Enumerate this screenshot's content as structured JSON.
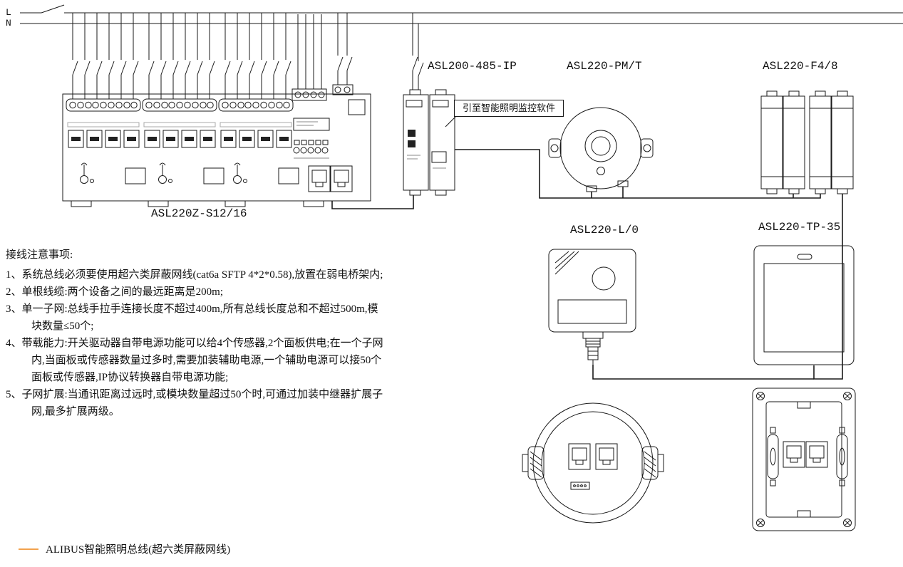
{
  "colors": {
    "bus": "#F2A24E",
    "led_green": "#2FAA3C",
    "line": "#1A1A1A"
  },
  "power": {
    "l": "L",
    "n": "N"
  },
  "labels": {
    "asl220z": "ASL220Z-S12/16",
    "asl200": "ASL200-485-IP",
    "pm_t": "ASL220-PM/T",
    "f48": "ASL220-F4/8",
    "l0": "ASL220-L/0",
    "tp35": "ASL220-TP-35"
  },
  "callout": {
    "text": "引至智能照明监控软件"
  },
  "notes": {
    "title": "接线注意事项:",
    "items": [
      {
        "num": "1、",
        "text": "系统总线必须要使用超六类屏蔽网线(cat6a SFTP 4*2*0.58),放置在弱电桥架内;"
      },
      {
        "num": "2、",
        "text": "单根线缆:两个设备之间的最远距离是200m;"
      },
      {
        "num": "3、",
        "text": "单一子网:总线手拉手连接长度不超过400m,所有总线长度总和不超过500m,模块数量≤50个;"
      },
      {
        "num": "4、",
        "text": "带载能力:开关驱动器自带电源功能可以给4个传感器,2个面板供电;在一个子网内,当面板或传感器数量过多时,需要加装辅助电源,一个辅助电源可以接50个面板或传感器,IP协议转换器自带电源功能;"
      },
      {
        "num": "5、",
        "text": "子网扩展:当通讯距离过远时,或模块数量超过50个时,可通过加装中继器扩展子网,最多扩展两级。"
      }
    ]
  },
  "legend": {
    "text": "ALIBUS智能照明总线(超六类屏蔽网线)"
  }
}
